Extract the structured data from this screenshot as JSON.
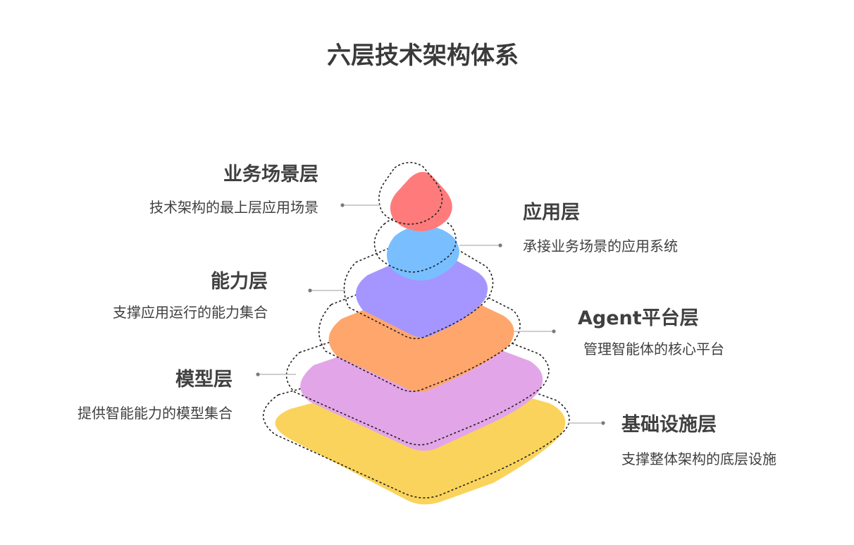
{
  "title": "六层技术架构体系",
  "layers": [
    {
      "name": "业务场景层",
      "desc": "技术架构的最上层应用场景",
      "color": "#FF7B7B"
    },
    {
      "name": "应用层",
      "desc": "承接业务场景的应用系统",
      "color": "#79BFFF"
    },
    {
      "name": "能力层",
      "desc": "支撑应用运行的能力集合",
      "color": "#A596FF"
    },
    {
      "name": "Agent平台层",
      "desc": "管理智能体的核心平台",
      "color": "#FFA66C"
    },
    {
      "name": "模型层",
      "desc": "提供智能能力的模型集合",
      "color": "#E2A6E8"
    },
    {
      "name": "基础设施层",
      "desc": "支撑整体架构的底层设施",
      "color": "#FAD35C"
    }
  ]
}
